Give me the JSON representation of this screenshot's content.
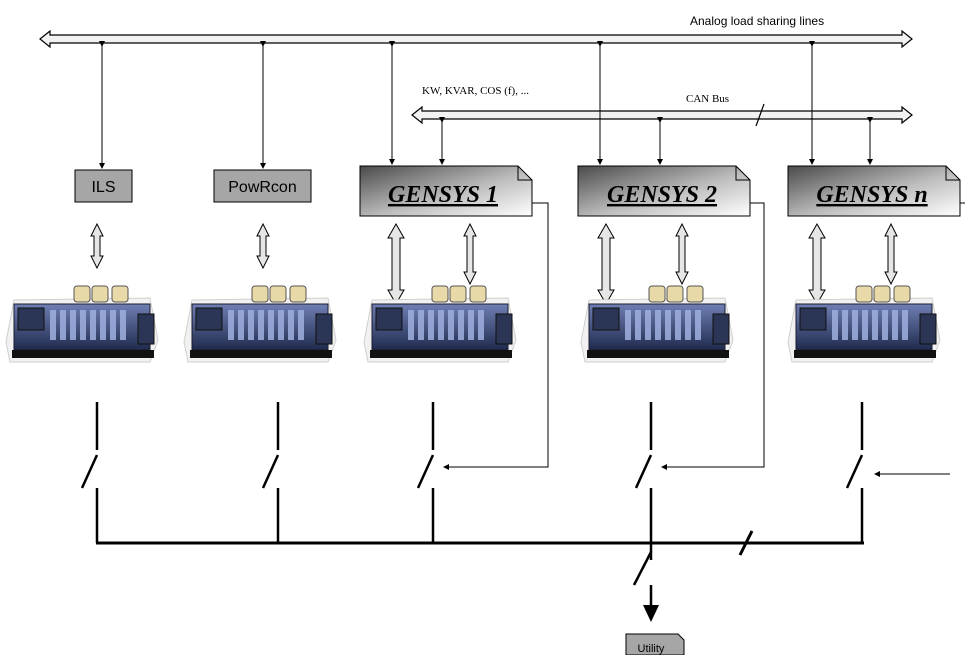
{
  "labels": {
    "analog_lines": "Analog load sharing lines",
    "params": "KW, KVAR, COS (f), ...",
    "can_bus": "CAN Bus",
    "utility": "Utility"
  },
  "controllers": {
    "ils": "ILS",
    "powrcon": "PowRcon",
    "gensys1": "GENSYS 1",
    "gensys2": "GENSYS 2",
    "gensysn": "GENSYS n"
  },
  "colors": {
    "line": "#000000",
    "bus_fill": "#f2f2f2",
    "small_box": "#a6a6a6",
    "engine_body": "#3b4a7a",
    "engine_cap": "#e8d9a8"
  }
}
